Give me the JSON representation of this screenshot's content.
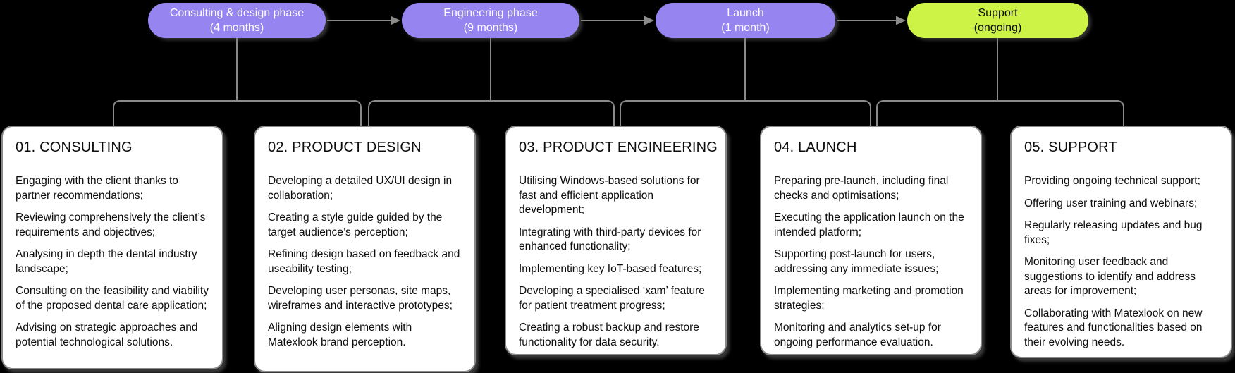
{
  "colors": {
    "background": "#000000",
    "purple": "#9685f0",
    "green": "#cdf346",
    "line": "#8a8a8a",
    "card_bg": "#ffffff"
  },
  "pills": [
    {
      "label": "Consulting & design phase",
      "duration": "(4 months)",
      "variant": "purple"
    },
    {
      "label": "Engineering phase",
      "duration": "(9 months)",
      "variant": "purple"
    },
    {
      "label": "Launch",
      "duration": "(1 month)",
      "variant": "purple"
    },
    {
      "label": "Support",
      "duration": "(ongoing)",
      "variant": "green"
    }
  ],
  "cards": [
    {
      "title": "01. CONSULTING",
      "items": [
        "Engaging with the client thanks to partner recommendations;",
        "Reviewing comprehensively the client’s requirements and objectives;",
        "Analysing in depth the dental industry landscape;",
        "Consulting on the feasibility and viability of the proposed dental care application;",
        "Advising on strategic approaches and potential technological solutions."
      ]
    },
    {
      "title": "02. PRODUCT DESIGN",
      "items": [
        "Developing a detailed UX/UI design in collaboration;",
        "Creating a style guide guided by the target audience’s perception;",
        "Refining design based on feedback and useability testing;",
        "Developing  user personas, site maps, wireframes and interactive prototypes;",
        "Aligning design elements with Matexlook brand perception."
      ]
    },
    {
      "title": "03. PRODUCT ENGINEERING",
      "items": [
        "Utilising Windows-based solutions for fast and efficient application development;",
        "Integrating with third-party devices for enhanced functionality;",
        "Implementing key IoT-based features;",
        "Developing a specialised ‘xam’ feature for patient treatment progress;",
        "Creating a robust backup and restore functionality for data security."
      ]
    },
    {
      "title": "04. LAUNCH",
      "items": [
        "Preparing pre-launch, including final checks and optimisations;",
        "Executing the application launch on the intended platform;",
        "Supporting post-launch for users, addressing any immediate issues;",
        "Implementing marketing and promotion strategies;",
        "Monitoring and analytics set-up for ongoing performance evaluation."
      ]
    },
    {
      "title": "05. SUPPORT",
      "items": [
        "Providing ongoing technical support;",
        "Offering user training and webinars;",
        "Regularly releasing updates and bug fixes;",
        "Monitoring user feedback and suggestions to identify and address areas for improvement;",
        "Collaborating with Matexlook on new features and functionalities based on their evolving needs."
      ]
    }
  ]
}
